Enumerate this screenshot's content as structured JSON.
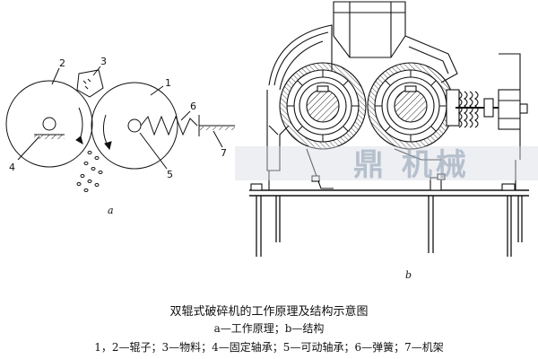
{
  "figure_a": {
    "label": "a",
    "callouts": [
      "1",
      "2",
      "3",
      "4",
      "5",
      "6",
      "7"
    ]
  },
  "figure_b": {
    "label": "b"
  },
  "watermark": "鼎 机械",
  "caption": {
    "title": "双辊式破碎机的工作原理及结构示意图",
    "subtitle": "a—工作原理；b—结构",
    "legend": "1，2—辊子；3—物料；4—固定轴承；5—可动轴承；6—弹簧；7—机架"
  }
}
